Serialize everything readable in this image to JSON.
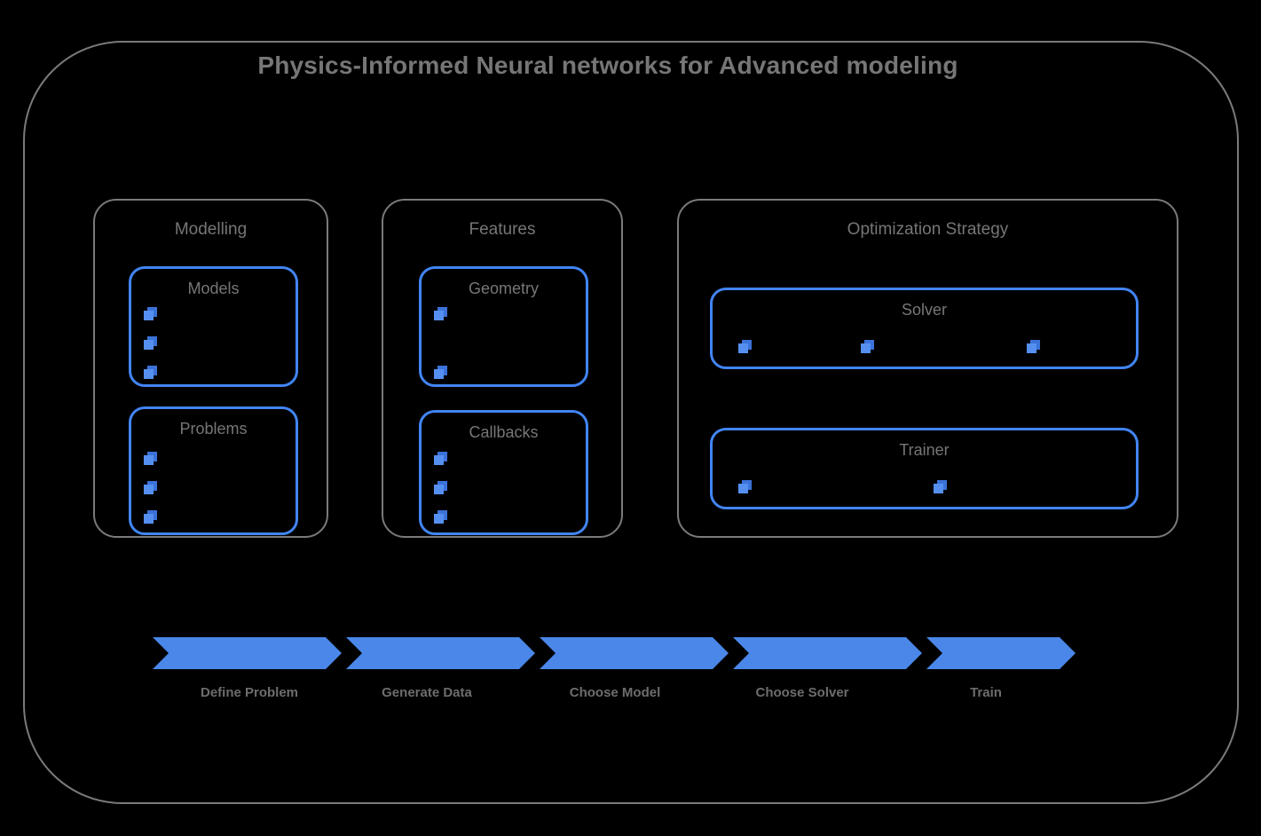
{
  "diagram": {
    "title": "Physics-Informed Neural networks for Advanced modeling",
    "accent_color": "#4285f4",
    "frame_color": "#7a7a7a",
    "text_color": "#767676",
    "background_color": "#000000"
  },
  "groups": [
    {
      "id": "modelling",
      "label": "Modelling",
      "boxes": [
        {
          "id": "models",
          "label": "Models",
          "bullet_count": 3,
          "bullet_layout": "vertical"
        },
        {
          "id": "problems",
          "label": "Problems",
          "bullet_count": 3,
          "bullet_layout": "vertical"
        }
      ]
    },
    {
      "id": "features",
      "label": "Features",
      "boxes": [
        {
          "id": "geometry",
          "label": "Geometry",
          "bullet_count": 2,
          "bullet_layout": "vertical"
        },
        {
          "id": "callbacks",
          "label": "Callbacks",
          "bullet_count": 3,
          "bullet_layout": "vertical"
        }
      ]
    },
    {
      "id": "optimization",
      "label": "Optimization Strategy",
      "boxes": [
        {
          "id": "solver",
          "label": "Solver",
          "bullet_count": 3,
          "bullet_layout": "horizontal"
        },
        {
          "id": "trainer",
          "label": "Trainer",
          "bullet_count": 2,
          "bullet_layout": "horizontal"
        }
      ]
    }
  ],
  "pipeline": {
    "color": "#4a87e8",
    "steps": [
      {
        "label": "Define Problem"
      },
      {
        "label": "Generate Data"
      },
      {
        "label": "Choose Model"
      },
      {
        "label": "Choose Solver"
      },
      {
        "label": "Train"
      }
    ]
  }
}
